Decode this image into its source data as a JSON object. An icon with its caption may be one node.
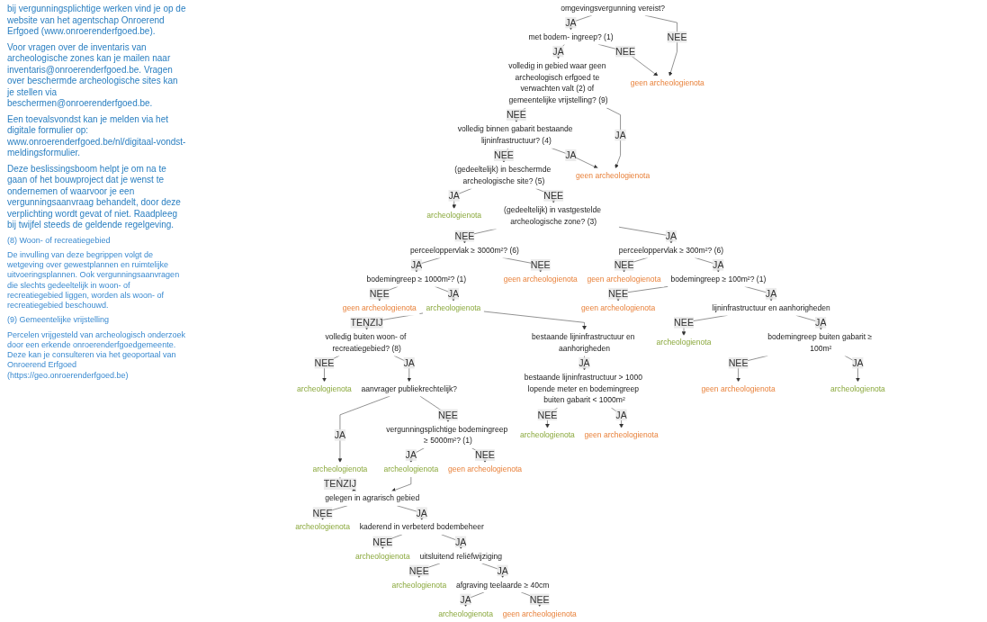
{
  "diagram": {
    "nodes": [
      {
        "text": [
          "omgevingsvergunning vereist?"
        ]
      },
      {
        "text": [
          "met bodem- ingreep? (1)"
        ]
      },
      {
        "text": [
          "geen archeologienota"
        ]
      },
      {
        "text": [
          "volledig in gebied waar geen archeologisch erfgoed te verwachten valt (2) of gemeentelijke vrijstelling? (9)"
        ]
      },
      {
        "text": [
          "volledig binnen gabarit bestaande lijninfrastructuur? (4)"
        ]
      },
      {
        "text": [
          "geen archeologienota"
        ]
      },
      {
        "text": [
          "(gedeeltelijk) in beschermde archeologische site? (5)"
        ]
      },
      {
        "text": [
          "archeologienota"
        ]
      },
      {
        "text": [
          "(gedeeltelijk) in vastgestelde archeologische zone? (3)"
        ]
      },
      {
        "text": [
          "perceeloppervlak ≥ 3000m²? (6)"
        ]
      },
      {
        "text": [
          "bodemingreep ≥ 1000m²? (1)"
        ]
      },
      {
        "text": [
          "geen archeologienota"
        ]
      },
      {
        "text": [
          "geen archeologienota"
        ]
      },
      {
        "text": [
          "archeologienota"
        ]
      },
      {
        "text": [
          "perceeloppervlak ≥ 300m²? (6)"
        ]
      },
      {
        "text": [
          "geen archeologienota"
        ]
      },
      {
        "text": [
          "bodemingreep ≥ 100m²? (1)"
        ]
      },
      {
        "text": [
          "geen archeologienota"
        ]
      },
      {
        "text": [
          "lijninfrastructuur en aanhorigheden"
        ]
      },
      {
        "text": [
          "archeologienota"
        ]
      },
      {
        "text": [
          "bodemingreep buiten gabarit ≥ 100m²"
        ]
      },
      {
        "text": [
          "geen archeologienota"
        ]
      },
      {
        "text": [
          "archeologienota"
        ]
      },
      {
        "text": [
          "volledig buiten woon- of recreatiegebied? (8)"
        ]
      },
      {
        "text": [
          "archeologienota"
        ]
      },
      {
        "text": [
          "aanvrager publiekrechtelijk?"
        ]
      },
      {
        "text": [
          "archeologienota"
        ]
      },
      {
        "text": [
          "vergunningsplichtige bodemingreep ≥ 5000m²? (1)"
        ]
      },
      {
        "text": [
          "archeologienota"
        ]
      },
      {
        "text": [
          "geen archeologienota"
        ]
      },
      {
        "text": [
          "bestaande lijninfrastructuur en aanhorigheden"
        ]
      },
      {
        "text": [
          "bestaande lijninfrastructuur > 1000 lopende meter en bodemingreep buiten gabarit < 1000m²"
        ]
      },
      {
        "text": [
          "archeologienota"
        ]
      },
      {
        "text": [
          "geen archeologienota"
        ]
      },
      {
        "text": [
          "gelegen in agrarisch gebied"
        ]
      },
      {
        "text": [
          "archeologienota"
        ]
      },
      {
        "text": [
          "kaderend in verbeterd bodembeheer"
        ]
      },
      {
        "text": [
          "archeologienota"
        ]
      },
      {
        "text": [
          "uitsluitend reliëfwijziging"
        ]
      },
      {
        "text": [
          "archeologienota"
        ]
      },
      {
        "text": [
          "afgraving teelaarde ≥ 40cm"
        ]
      },
      {
        "text": [
          "archeologienota"
        ]
      },
      {
        "text": [
          "geen archeologienota"
        ]
      }
    ],
    "edges": [
      {
        "from": 0,
        "to": 1,
        "arrow": "to",
        "label": "JA"
      },
      {
        "from": 0,
        "to": 2,
        "arrow": "to",
        "label": "NEE"
      },
      {
        "from": 1,
        "to": 3,
        "arrow": "to",
        "label": "JA"
      },
      {
        "from": 1,
        "to": 2,
        "arrow": "to",
        "label": "NEE"
      },
      {
        "from": 3,
        "to": 4,
        "arrow": "to",
        "label": "NEE"
      },
      {
        "from": 3,
        "to": 5,
        "arrow": "to",
        "label": "JA"
      },
      {
        "from": 4,
        "to": 6,
        "arrow": "to",
        "label": "NEE"
      },
      {
        "from": 4,
        "to": 5,
        "arrow": "to",
        "label": "JA"
      },
      {
        "from": 6,
        "to": 7,
        "arrow": "to",
        "label": "JA"
      },
      {
        "from": 6,
        "to": 8,
        "arrow": "to",
        "label": "NEE"
      },
      {
        "from": 8,
        "to": 9,
        "arrow": "to",
        "label": "NEE"
      },
      {
        "from": 9,
        "to": 10,
        "arrow": "to",
        "label": "JA"
      },
      {
        "from": 9,
        "to": 12,
        "arrow": "to",
        "label": "NEE"
      },
      {
        "from": 10,
        "to": 11,
        "arrow": "to",
        "label": "NEE"
      },
      {
        "from": 10,
        "to": 13,
        "arrow": "to",
        "label": "JA"
      },
      {
        "from": 8,
        "to": 14,
        "arrow": "to",
        "label": "JA"
      },
      {
        "from": 14,
        "to": 15,
        "arrow": "to",
        "label": "NEE"
      },
      {
        "from": 14,
        "to": 16,
        "arrow": "to",
        "label": "JA"
      },
      {
        "from": 16,
        "to": 17,
        "arrow": "to",
        "label": "NEE"
      },
      {
        "from": 16,
        "to": 18,
        "arrow": "to",
        "label": "JA"
      },
      {
        "from": 18,
        "to": 19,
        "arrow": "to",
        "label": "NEE"
      },
      {
        "from": 18,
        "to": 20,
        "arrow": "to",
        "label": "JA"
      },
      {
        "from": 20,
        "to": 21,
        "arrow": "to",
        "label": "NEE"
      },
      {
        "from": 20,
        "to": 22,
        "arrow": "to",
        "label": "JA"
      },
      {
        "from": 13,
        "to": 23,
        "arrow": "to",
        "label": "TENZIJ"
      },
      {
        "from": 13,
        "to": 30,
        "arrow": "to"
      },
      {
        "from": 23,
        "to": 24,
        "arrow": "to",
        "label": "NEE"
      },
      {
        "from": 23,
        "to": 25,
        "arrow": "to",
        "label": "JA"
      },
      {
        "from": 25,
        "to": 26,
        "arrow": "to",
        "label": "JA"
      },
      {
        "from": 25,
        "to": 27,
        "arrow": "to",
        "label": "NEE"
      },
      {
        "from": 27,
        "to": 28,
        "arrow": "to",
        "label": "JA"
      },
      {
        "from": 27,
        "to": 29,
        "arrow": "to",
        "label": "NEE"
      },
      {
        "from": 30,
        "to": 31,
        "arrow": "to",
        "label": "JA"
      },
      {
        "from": 31,
        "to": 32,
        "arrow": "to",
        "label": "NEE"
      },
      {
        "from": 31,
        "to": 33,
        "arrow": "to",
        "label": "JA"
      },
      {
        "from": 26,
        "to": 34,
        "arrow": "to",
        "label": "TENZIJ"
      },
      {
        "from": 28,
        "to": 34,
        "arrow": "to"
      },
      {
        "from": 34,
        "to": 35,
        "arrow": "to",
        "label": "NEE"
      },
      {
        "from": 34,
        "to": 36,
        "arrow": "to",
        "label": "JA"
      },
      {
        "from": 36,
        "to": 37,
        "arrow": "to",
        "label": "NEE"
      },
      {
        "from": 36,
        "to": 38,
        "arrow": "to",
        "label": "JA"
      },
      {
        "from": 38,
        "to": 39,
        "arrow": "to",
        "label": "NEE"
      },
      {
        "from": 38,
        "to": 40,
        "arrow": "to",
        "label": "JA"
      },
      {
        "from": 40,
        "to": 41,
        "arrow": "to",
        "label": "JA"
      },
      {
        "from": 40,
        "to": 42,
        "arrow": "to",
        "label": "NEE"
      }
    ],
    "labels": [
      "bij vergunningsplichtige werken vind je op de website van het agentschap Onroerend Erfgoed (www.onroerenderfgoed.be).",
      "Voor vragen over de inventaris van archeologische zones kan je mailen naar inventaris@onroerenderfgoed.be. Vragen over beschermde archeologische sites kan je stellen via beschermen@onroerenderfgoed.be.",
      "Een toevalsvondst kan je melden via het digitale formulier op: www.onroerenderfgoed.be/nl/digitaal-vondst-meldingsformulier.",
      "Deze beslissingsboom helpt je om na te gaan of het bouwproject dat je wenst te ondernemen of waarvoor je een vergunningsaanvraag behandelt, door deze verplichting wordt gevat of niet. Raadpleeg bij twijfel steeds de geldende regelgeving.",
      "(8) Woon- of recreatiegebied",
      "De invulling van deze begrippen volgt de wetgeving over gewestplannen en ruimtelijke uitvoeringsplannen. Ook vergunningsaanvragen die slechts gedeeltelijk in woon- of recreatiegebied liggen, worden als woon- of recreatiegebied beschouwd.",
      "(9) Gemeentelijke vrijstelling",
      "Percelen vrijgesteld van archeologisch onderzoek door een erkende onroerenderfgoedgemeente. Deze kan je consulteren via het geoportaal van Onroerend Erfgoed (https://geo.onroerenderfgoed.be)"
    ]
  }
}
